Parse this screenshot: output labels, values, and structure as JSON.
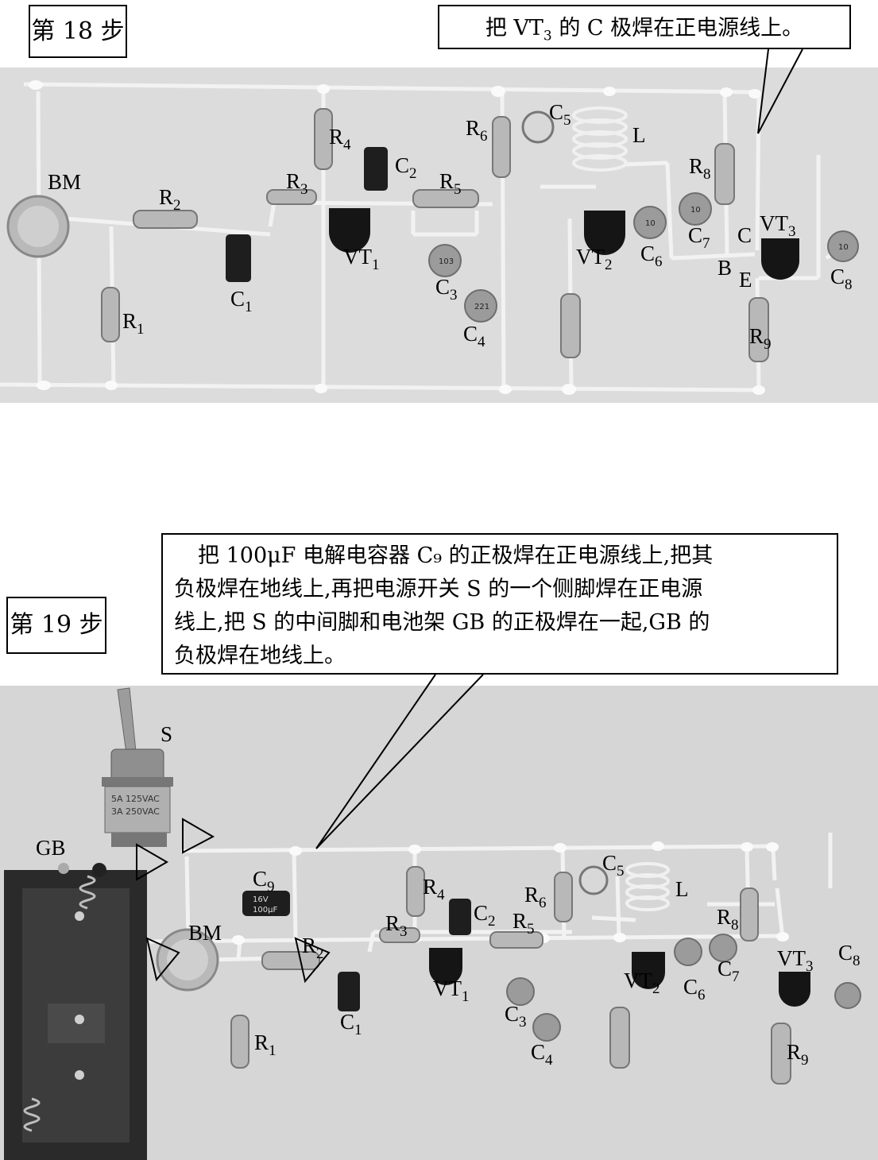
{
  "step18": {
    "title": "第 18 步",
    "instruction_pre": "把 VT",
    "instruction_sub": "3",
    "instruction_post": " 的 C 极焊在正电源线上。",
    "labels": {
      "BM": "BM",
      "R1": "R",
      "R1s": "1",
      "R2": "R",
      "R2s": "2",
      "C1": "C",
      "C1s": "1",
      "R3": "R",
      "R3s": "3",
      "R4": "R",
      "R4s": "4",
      "C2": "C",
      "C2s": "2",
      "VT1": "VT",
      "VT1s": "1",
      "R5": "R",
      "R5s": "5",
      "C3": "C",
      "C3s": "3",
      "R6": "R",
      "R6s": "6",
      "C4": "C",
      "C4s": "4",
      "C5": "C",
      "C5s": "5",
      "L": "L",
      "VT2": "VT",
      "VT2s": "2",
      "C6": "C",
      "C6s": "6",
      "C7": "C",
      "C7s": "7",
      "R8": "R",
      "R8s": "8",
      "C": "C",
      "VT3": "VT",
      "VT3s": "3",
      "B": "B",
      "E": "E",
      "C8": "C",
      "C8s": "8",
      "R9": "R",
      "R9s": "9"
    }
  },
  "step19": {
    "title": "第 19 步",
    "instruction_lines": [
      "把 100μF 电解电容器 C₉ 的正极焊在正电源线上,把其",
      "负极焊在地线上,再把电源开关 S 的一个侧脚焊在正电源",
      "线上,把 S 的中间脚和电池架 GB 的正极焊在一起,GB 的",
      "负极焊在地线上。"
    ],
    "labels": {
      "S": "S",
      "GB": "GB",
      "BM": "BM",
      "C9": "C",
      "C9s": "9",
      "R1": "R",
      "R1s": "1",
      "R2": "R",
      "R2s": "2",
      "C1": "C",
      "C1s": "1",
      "R3": "R",
      "R3s": "3",
      "R4": "R",
      "R4s": "4",
      "C2": "C",
      "C2s": "2",
      "VT1": "VT",
      "VT1s": "1",
      "R5": "R",
      "R5s": "5",
      "C3": "C",
      "C3s": "3",
      "R6": "R",
      "R6s": "6",
      "C4": "C",
      "C4s": "4",
      "C5": "C",
      "C5s": "5",
      "L": "L",
      "VT2": "VT",
      "VT2s": "2",
      "C6": "C",
      "C6s": "6",
      "C7": "C",
      "C7s": "7",
      "R8": "R",
      "R8s": "8",
      "VT3": "VT",
      "VT3s": "3",
      "C8": "C",
      "C8s": "8",
      "R9": "R",
      "R9s": "9"
    },
    "switch_text": [
      "5A 125VAC",
      "3A 250VAC"
    ],
    "cap_text": [
      "16V",
      "100μF"
    ]
  },
  "cap_codes": {
    "c3": "103",
    "c4": "221",
    "c6": "10",
    "c7": "10",
    "c8": "10"
  }
}
